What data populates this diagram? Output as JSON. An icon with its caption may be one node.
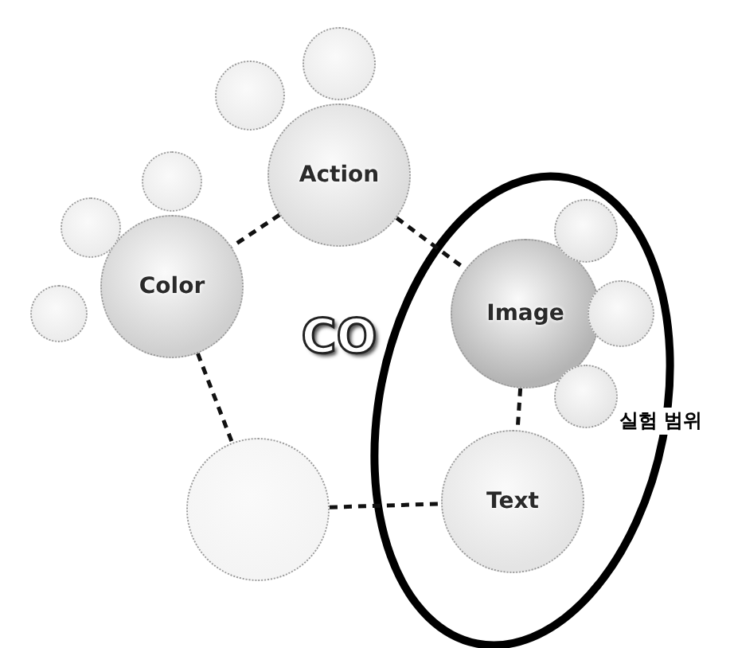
{
  "diagram": {
    "nodes": [
      {
        "text": [
          "Action"
        ]
      },
      {
        "text": [
          "Color"
        ]
      },
      {
        "text": [
          "CO"
        ]
      },
      {
        "text": [
          "Image"
        ]
      },
      {
        "text": [],
        "shape": "circle"
      },
      {
        "text": [
          "Text"
        ]
      },
      {
        "text": [],
        "shape": "circle"
      },
      {
        "text": [],
        "shape": "circle"
      },
      {
        "text": [],
        "shape": "circle"
      },
      {
        "text": [],
        "shape": "circle"
      },
      {
        "text": [],
        "shape": "circle"
      },
      {
        "text": [],
        "shape": "circle"
      },
      {
        "text": [],
        "shape": "circle"
      },
      {
        "text": [],
        "shape": "circle"
      }
    ],
    "edges": [
      {
        "from": 0,
        "to": 1,
        "arrow": "none",
        "style": "dashed"
      },
      {
        "from": 0,
        "to": 3,
        "arrow": "none",
        "style": "dashed"
      },
      {
        "from": 1,
        "to": 4,
        "arrow": "none",
        "style": "dashed"
      },
      {
        "from": 4,
        "to": 5,
        "arrow": "none",
        "style": "dashed"
      },
      {
        "from": 3,
        "to": 5,
        "arrow": "none",
        "style": "dashed"
      }
    ],
    "labels": [
      "실험 범위"
    ]
  }
}
